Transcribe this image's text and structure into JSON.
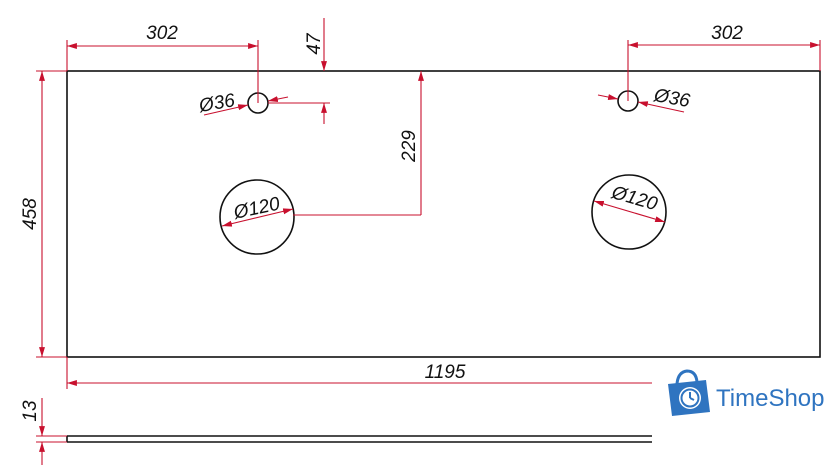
{
  "drawing": {
    "dims": {
      "top_left_width": "302",
      "top_right_width": "302",
      "top_offset": "47",
      "center_offset": "229",
      "small_hole_left": "Ø36",
      "small_hole_right": "Ø36",
      "large_hole_left": "Ø120",
      "large_hole_right": "Ø120",
      "depth": "458",
      "total_width": "1195",
      "thickness": "13"
    }
  },
  "brand": {
    "name": "TimeShop",
    "icon": "shopping-bag-clock-icon",
    "color": "#2f74c0"
  },
  "colors": {
    "dimension": "#c8102e",
    "outline": "#111111"
  }
}
